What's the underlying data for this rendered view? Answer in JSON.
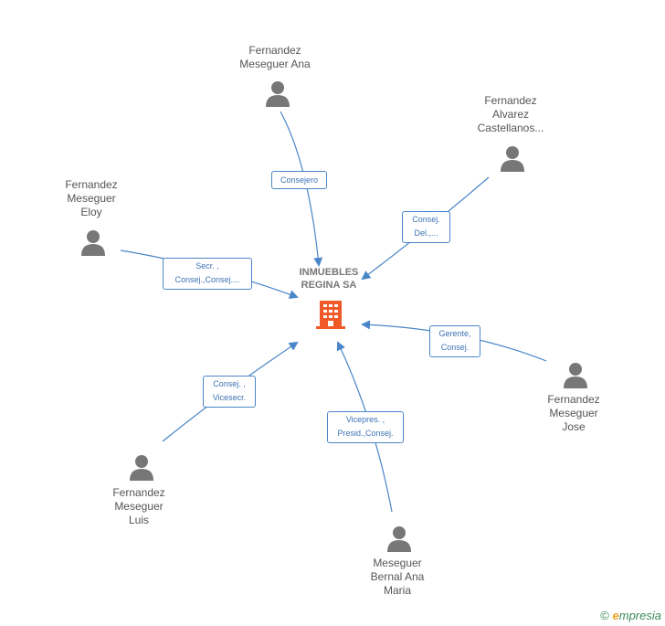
{
  "company": {
    "name": "INMUEBLES\nREGINA SA"
  },
  "people": [
    {
      "id": "ana",
      "name": "Fernandez\nMeseguer Ana",
      "role": "Consejero"
    },
    {
      "id": "alvarez",
      "name": "Fernandez\nAlvarez\nCastellanos...",
      "role": "Consej.\nDel.,..."
    },
    {
      "id": "eloy",
      "name": "Fernandez\nMeseguer\nEloy",
      "role": "Secr. ,\nConsej.,Consej...."
    },
    {
      "id": "jose",
      "name": "Fernandez\nMeseguer\nJose",
      "role": "Gerente,\nConsej."
    },
    {
      "id": "luis",
      "name": "Fernandez\nMeseguer\nLuis",
      "role": "Consej. ,\nVicesecr."
    },
    {
      "id": "maria",
      "name": "Meseguer\nBernal Ana\nMaria",
      "role": "Vicepres. ,\nPresid.,Consej."
    }
  ],
  "colors": {
    "edge": "#4a86c8",
    "person_icon": "#777777",
    "building": "#f05a28"
  },
  "footer": {
    "copyright_symbol": "©",
    "brand_initial": "e",
    "brand_rest": "mpresia"
  }
}
